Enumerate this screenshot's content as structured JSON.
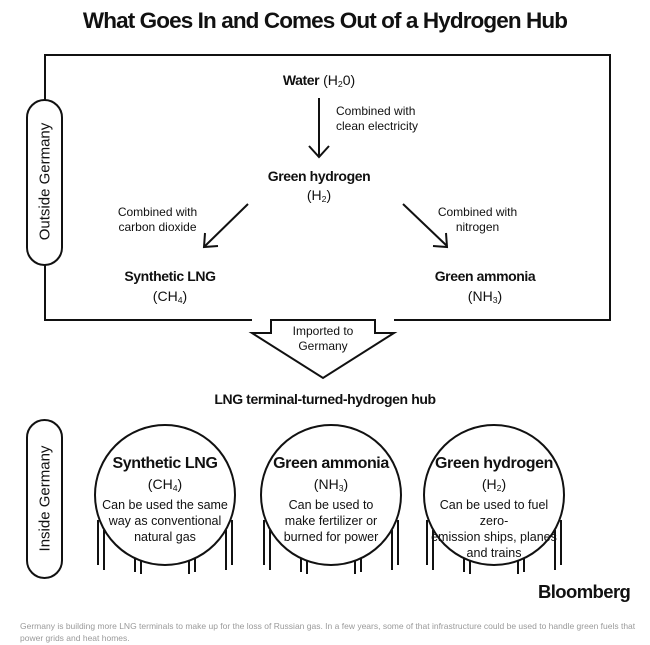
{
  "title": "What Goes In and Comes Out of a Hydrogen Hub",
  "outside": {
    "side_label": "Outside Germany",
    "water": {
      "name": "Water",
      "formula_pre": "(H",
      "formula_sub": "2",
      "formula_post": "0)"
    },
    "step_electricity": [
      "Combined with",
      "clean electricity"
    ],
    "green_hydrogen": {
      "name": "Green hydrogen",
      "formula_pre": "(H",
      "formula_sub": "2",
      "formula_post": ")"
    },
    "step_co2": [
      "Combined with",
      "carbon dioxide"
    ],
    "step_nitrogen": [
      "Combined with",
      "nitrogen"
    ],
    "synthetic_lng": {
      "name": "Synthetic LNG",
      "formula_pre": "(CH",
      "formula_sub": "4",
      "formula_post": ")"
    },
    "green_ammonia": {
      "name": "Green ammonia",
      "formula_pre": "(NH",
      "formula_sub": "3",
      "formula_post": ")"
    }
  },
  "import_arrow": [
    "Imported to",
    "Germany"
  ],
  "hub_label": "LNG terminal-turned-hydrogen hub",
  "inside": {
    "side_label": "Inside Germany",
    "tanks": [
      {
        "name": "Synthetic LNG",
        "formula_pre": "(CH",
        "formula_sub": "4",
        "formula_post": ")",
        "desc": [
          "Can be used the same",
          "way as conventional",
          "natural gas"
        ]
      },
      {
        "name": "Green ammonia",
        "formula_pre": "(NH",
        "formula_sub": "3",
        "formula_post": ")",
        "desc": [
          "Can be used to",
          "make fertilizer or",
          "burned for power"
        ]
      },
      {
        "name": "Green hydrogen",
        "formula_pre": "(H",
        "formula_sub": "2",
        "formula_post": ")",
        "desc": [
          "Can be used to fuel zero-",
          "emission ships, planes",
          "and trains"
        ]
      }
    ]
  },
  "brand": "Bloomberg",
  "caption": "Germany is building more LNG terminals to make up for the loss of Russian gas. In a few years, some of that infrastructure could be used to handle green fuels that power grids and heat homes."
}
